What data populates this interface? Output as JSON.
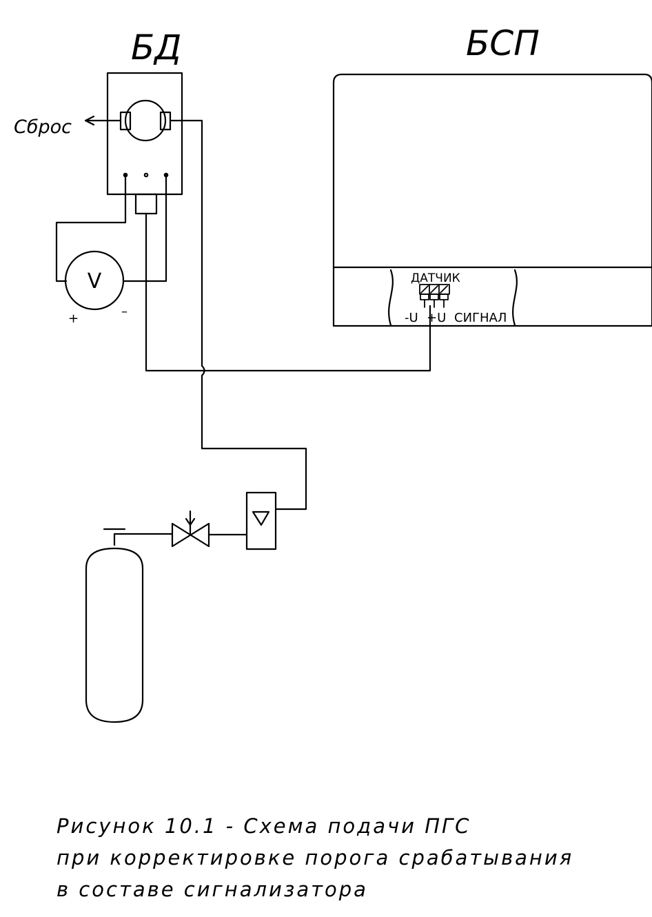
{
  "labels": {
    "bd": "БД",
    "bsp": "БСП",
    "reset": "Сброс",
    "voltmeter": "V",
    "plus": "+",
    "minus": "–",
    "sensor": "ДАТЧИК",
    "minus_u": "-U",
    "plus_u": "+U",
    "signal": "СИГНАЛ"
  },
  "caption": {
    "line1": "Рисунок 10.1 - Схема подачи ПГС",
    "line2": "при корректировке порога срабатывания",
    "line3": "в составе сигнализатора"
  }
}
